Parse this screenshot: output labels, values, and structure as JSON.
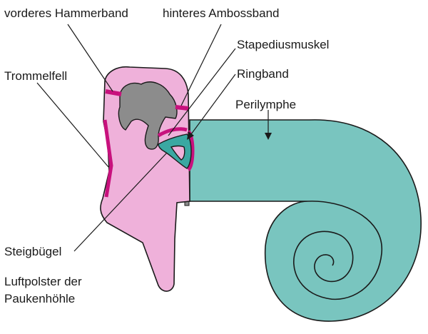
{
  "labels": {
    "vorderes_hammerband": "vorderes Hammerband",
    "hinteres_ambossband": "hinteres Ambossband",
    "stapediusmuskel": "Stapediusmuskel",
    "trommelfell": "Trommelfell",
    "ringband": "Ringband",
    "perilymphe": "Perilymphe",
    "steigbuegel": "Steigbügel",
    "luftpolster_line1": "Luftpolster der",
    "luftpolster_line2": "Paukenhöhle"
  },
  "colors": {
    "middle_ear": "#efb1da",
    "cochlea": "#79c5bf",
    "ligament": "#c8117d",
    "ossicle": "#8c8c8c",
    "stapes": "#3aa8a2",
    "outline": "#1a1a1a"
  }
}
